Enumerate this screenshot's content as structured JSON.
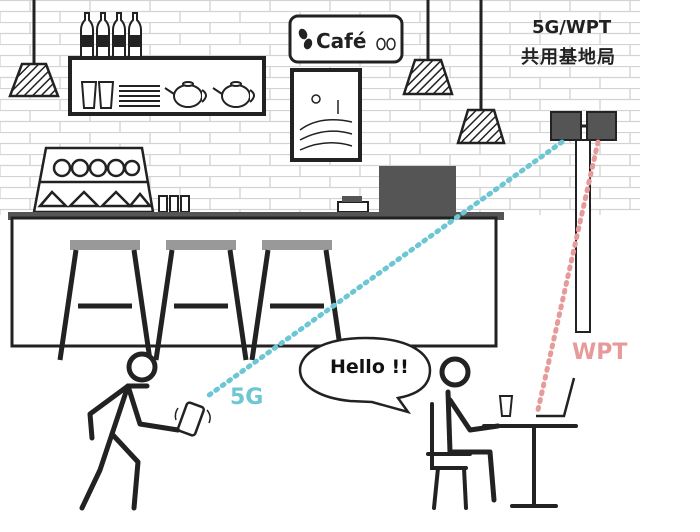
{
  "sign": {
    "cafe": "Café"
  },
  "station": {
    "line1": "5G/WPT",
    "line2": "共用基地局"
  },
  "signals": {
    "fiveg_label": "5G",
    "wpt_label": "WPT"
  },
  "speech": {
    "text": "Hello !!"
  },
  "colors": {
    "fiveg": "#6cc6d3",
    "wpt": "#e79a9a",
    "line": "#222222",
    "brick": "#cfcfcf",
    "panel": "#555555"
  },
  "icons": [
    "coffee-bean-icon",
    "pendant-lamp-icon",
    "bottle-icon",
    "teapot-icon",
    "cup-icon",
    "cake-icon",
    "cash-register-icon",
    "bar-stool-icon",
    "walking-person-icon",
    "smartphone-icon",
    "sitting-person-icon",
    "chair-icon",
    "table-icon",
    "laptop-icon",
    "antenna-panel-icon",
    "speech-bubble-icon"
  ]
}
